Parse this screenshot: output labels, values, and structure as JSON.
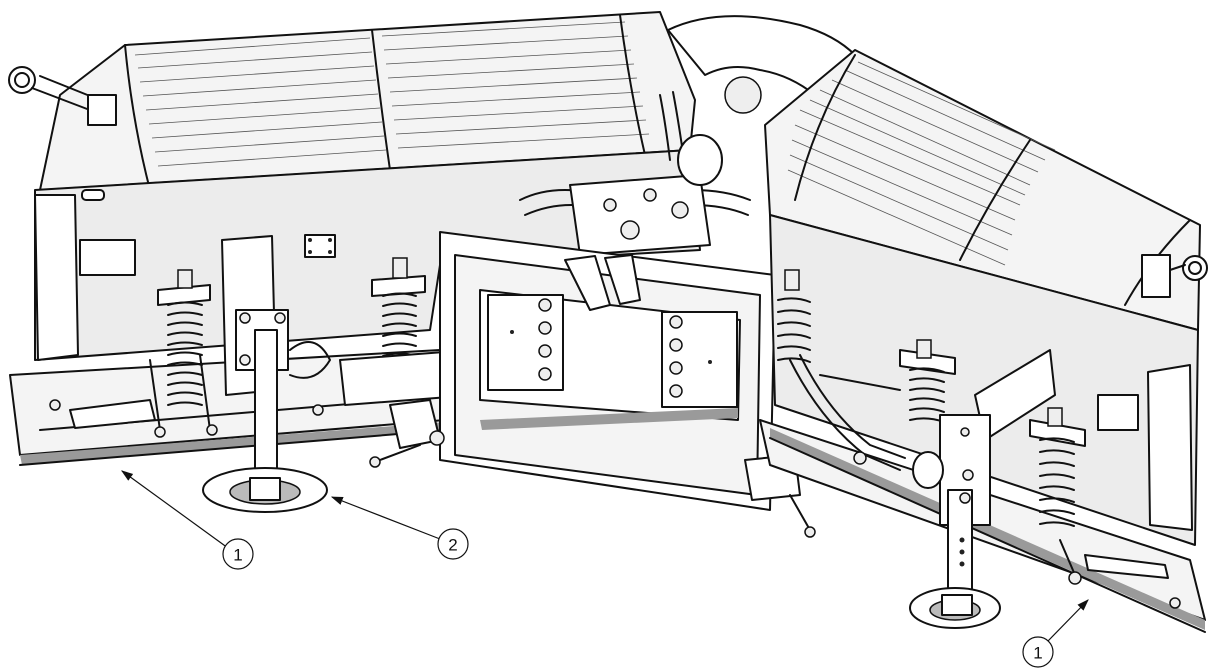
{
  "callouts": [
    {
      "label": "1"
    },
    {
      "label": "2"
    },
    {
      "label": "1"
    }
  ],
  "colors": {
    "line": "#111111",
    "edge": "#9a9a9a",
    "face": "#f4f4f4"
  }
}
